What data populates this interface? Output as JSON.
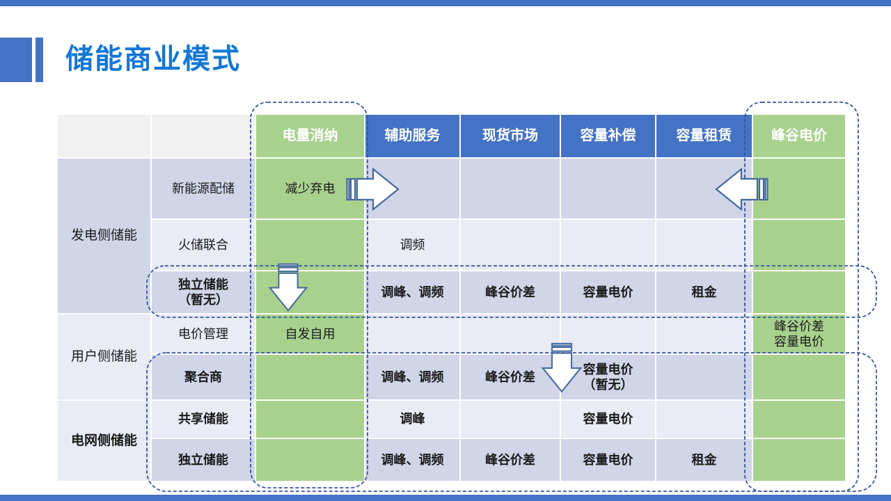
{
  "title": "储能商业模式",
  "colors": {
    "accent_blue": "#4472C4",
    "title_blue": "#1377D4",
    "green": "#A9D18E",
    "band_dark": "#D0D5E8",
    "band_light": "#E9EBF5",
    "header_gray": "#F1F1F1",
    "dashed_outline": "#33549E",
    "arrow_outline": "#44689D"
  },
  "table": {
    "columns": [
      "",
      "",
      "电量消纳",
      "辅助服务",
      "现货市场",
      "容量补偿",
      "容量租赁",
      "峰谷电价"
    ],
    "groups": [
      "发电侧储能",
      "用户侧储能",
      "电网侧储能"
    ],
    "rows": [
      {
        "label": "新能源配储",
        "cells": [
          "减少弃电",
          "",
          "",
          "",
          "",
          ""
        ]
      },
      {
        "label": "火储联合",
        "cells": [
          "",
          "调频",
          "",
          "",
          "",
          ""
        ]
      },
      {
        "label": "独立储能\n（暂无）",
        "cells": [
          "",
          "调峰、调频",
          "峰谷价差",
          "容量电价",
          "租金",
          ""
        ]
      },
      {
        "label": "电价管理",
        "cells": [
          "自发自用",
          "",
          "",
          "",
          "",
          "峰谷价差\n容量电价"
        ]
      },
      {
        "label": "聚合商",
        "cells": [
          "",
          "调峰、调频",
          "峰谷价差",
          "容量电价\n（暂无）",
          "",
          ""
        ]
      },
      {
        "label": "共享储能",
        "cells": [
          "",
          "调峰",
          "",
          "容量电价",
          "",
          ""
        ]
      },
      {
        "label": "独立储能",
        "cells": [
          "",
          "调峰、调频",
          "峰谷价差",
          "容量电价",
          "租金",
          ""
        ]
      }
    ]
  },
  "annotations": {
    "highlight_boxes": [
      "consumption-column-dashed-box",
      "peak-valley-price-column-dashed-box",
      "independent-storage-row-dashed-box",
      "grid-user-side-rows-dashed-box"
    ],
    "arrows": [
      "striped-right-arrow",
      "striped-left-arrow",
      "striped-down-arrow",
      "striped-down-arrow"
    ]
  }
}
